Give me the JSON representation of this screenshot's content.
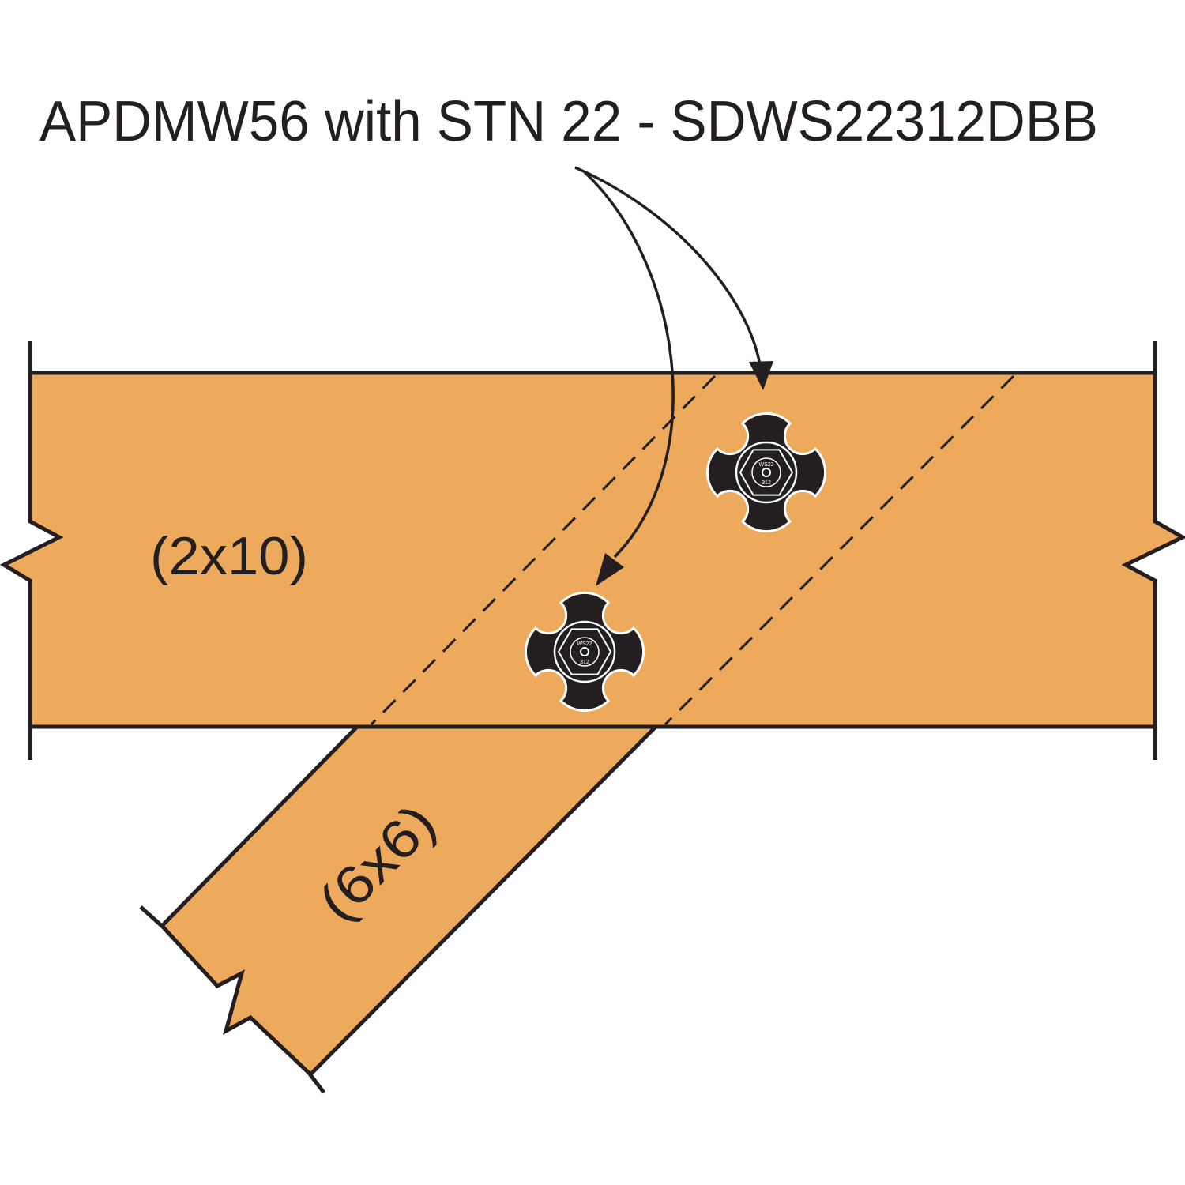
{
  "title": "APDMW56 with STN 22 - SDWS22312DBB",
  "members": {
    "beam_label": "(2x10)",
    "post_label": "(6x6)"
  },
  "washer": {
    "marking_line1": "WS22",
    "marking_line2": "312"
  },
  "colors": {
    "wood": "#edaa5c",
    "line": "#231f20",
    "washer": "#231f20",
    "background": "#ffffff"
  }
}
